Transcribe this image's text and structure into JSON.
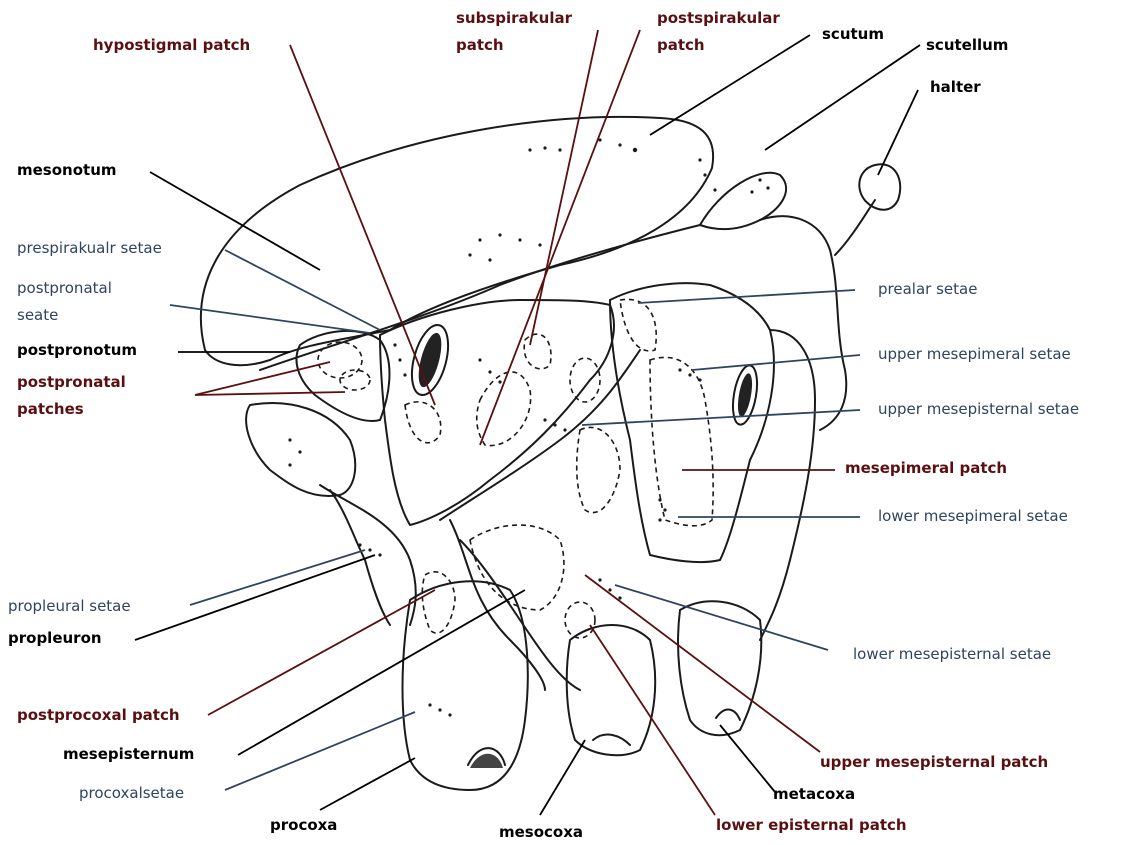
{
  "colors": {
    "black_text": "#000000",
    "maroon_text": "#5a1010",
    "blue_text": "#2f4460",
    "drawing_line": "#1a1a1a",
    "leader_black": "#000000",
    "leader_maroon": "#5a1010",
    "leader_blue": "#2f4460"
  },
  "labels": {
    "hypostigmal_patch": "hypostigmal patch",
    "subspirakular_patch_1": "subspirakular",
    "subspirakular_patch_2": "patch",
    "postspirakular_patch_1": "postspirakular",
    "postspirakular_patch_2": "patch",
    "scutum": "scutum",
    "scutellum": "scutellum",
    "halter": "halter",
    "mesonotum": "mesonotum",
    "prespirakualr_setae": "prespirakualr setae",
    "postpronatal_seate_1": "postpronatal",
    "postpronatal_seate_2": "seate",
    "postpronotum": "postpronotum",
    "postpronatal_patches_1": "postpronatal",
    "postpronatal_patches_2": "patches",
    "prealar_setae": "prealar setae",
    "upper_mesepimeral_setae": "upper mesepimeral setae",
    "upper_mesepisternal_setae": "upper mesepisternal setae",
    "mesepimeral_patch": "mesepimeral patch",
    "lower_mesepimeral_setae": "lower mesepimeral setae",
    "propleural_setae": "propleural setae",
    "propleuron": "propleuron",
    "lower_mesepisternal_setae": "lower mesepisternal setae",
    "postprocoxal_patch": "postprocoxal patch",
    "mesepisternum": "mesepisternum",
    "upper_mesepisternal_patch": "upper mesepisternal patch",
    "procoxalsetae": "procoxalsetae",
    "metacoxa": "metacoxa",
    "procoxa": "procoxa",
    "mesocoxa": "mesocoxa",
    "lower_episternal_patch": "lower episternal patch"
  }
}
